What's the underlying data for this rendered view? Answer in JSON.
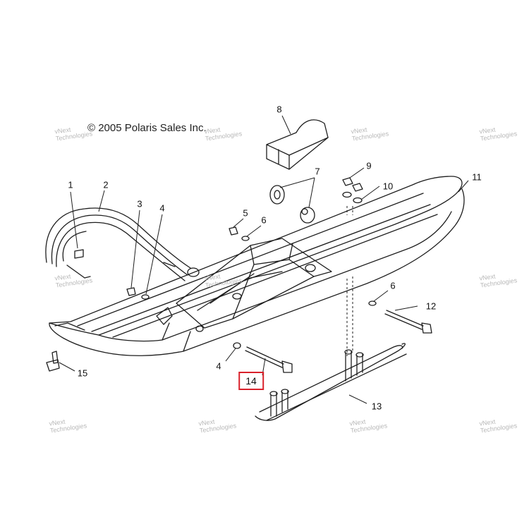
{
  "copyright": "© 2005 Polaris Sales Inc.",
  "highlight_color": "#d9212b",
  "watermark": {
    "line1": "vNext",
    "line2": "Technologies"
  },
  "callouts": [
    "1",
    "2",
    "3",
    "4",
    "5",
    "6",
    "7",
    "8",
    "9",
    "10",
    "11",
    "12",
    "13",
    "4",
    "15",
    "6"
  ],
  "highlighted_callout": "14"
}
